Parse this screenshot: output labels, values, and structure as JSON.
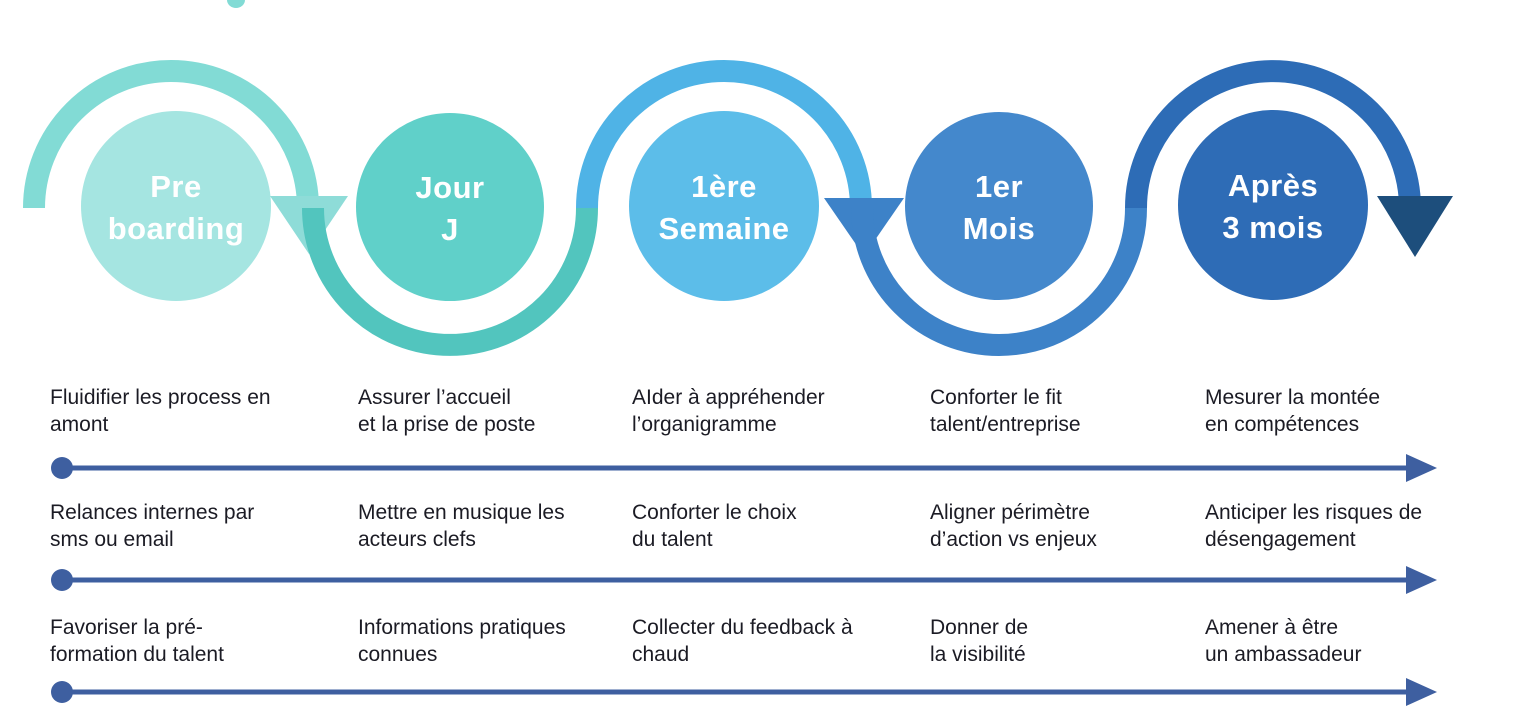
{
  "diagram": {
    "stages": [
      {
        "line1": "Pre",
        "line2": "boarding",
        "circle_color": "#a5e5e1"
      },
      {
        "line1": "Jour",
        "line2": "J",
        "circle_color": "#60d0c9"
      },
      {
        "line1": "1ère",
        "line2": "Semaine",
        "circle_color": "#5cbde9"
      },
      {
        "line1": "1er",
        "line2": "Mois",
        "circle_color": "#4488cc"
      },
      {
        "line1": "Après",
        "line2": "3 mois",
        "circle_color": "#2e6cb6"
      }
    ],
    "label_text_color": "#ffffff",
    "arc_colors": {
      "arc1": "#82dbd5",
      "arc2": "#52c5be",
      "arc3": "#4fb3e6",
      "arc4": "#3d82c8",
      "arc5": "#2d6cb6"
    },
    "arrowhead_colors": {
      "junction1": "#8edcd8",
      "junction2": "#3d82c8",
      "final": "#1d4e7c"
    }
  },
  "timeline": {
    "arrow_color": "#3e5fa0",
    "text_color": "#1b1b24",
    "rows": [
      {
        "cells": [
          "Fluidifier les process en\namont",
          "Assurer l’accueil\net la prise de poste",
          "AIder à appréhender\nl’organigramme",
          "Conforter le fit\ntalent/entreprise",
          "Mesurer la montée\nen compétences"
        ]
      },
      {
        "cells": [
          "Relances internes par\nsms ou email",
          "Mettre en musique les\nacteurs clefs",
          "Conforter le choix\ndu talent",
          "Aligner périmètre\nd’action vs enjeux",
          "Anticiper les risques de\ndésengagement"
        ]
      },
      {
        "cells": [
          "Favoriser la pré-\nformation du talent",
          "Informations pratiques\nconnues",
          "Collecter du feedback à\nchaud",
          "Donner de\nla visibilité",
          "Amener à être\nun ambassadeur"
        ]
      }
    ]
  }
}
